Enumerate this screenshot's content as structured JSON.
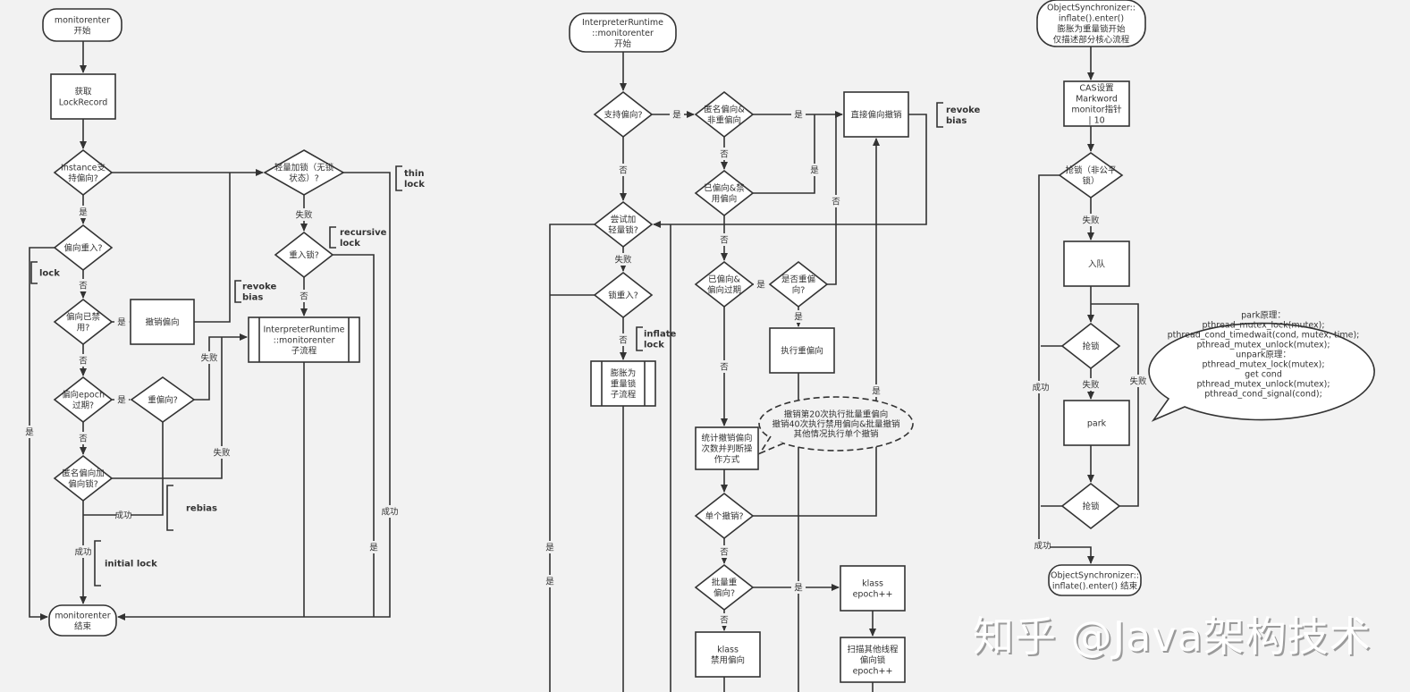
{
  "diagram": {
    "title": "synchronized monitorenter flowcharts",
    "flowcharts": [
      {
        "id": "monitorenter",
        "nodes": {
          "start": [
            "monitorenter",
            "开始"
          ],
          "get_lock_record": [
            "获取",
            "LockRecord"
          ],
          "instance_biasable": [
            "Instance支",
            "持偏向?"
          ],
          "bias_reentrant": [
            "偏向重入?"
          ],
          "bias_disabled": [
            "偏向已禁",
            "用?"
          ],
          "revoke_bias": [
            "撤销偏向"
          ],
          "epoch_expired": [
            "偏向epoch",
            "过期?"
          ],
          "rebias_q": [
            "重偏向?"
          ],
          "anon_bias": [
            "匿名偏向加",
            "偏向锁?"
          ],
          "thin_lock_q": [
            "轻量加锁（无锁",
            "状态）?"
          ],
          "recursive_q": [
            "重入锁?"
          ],
          "sub_flow": [
            "InterpreterRuntime",
            "::monitorenter",
            "子流程"
          ],
          "end": [
            "monitorenter",
            "结束"
          ]
        },
        "edge_labels": {
          "yes_1": "是",
          "no_1": "否",
          "yes_2": "是",
          "no_2": "否",
          "yes_3": "是",
          "no_3": "否",
          "fail_1": "失败",
          "fail_2": "失败",
          "fail_3": "失败",
          "success_1": "成功",
          "success_2": "成功",
          "success_3": "成功",
          "no_4": "否",
          "yes_4": "是",
          "yes_left": "是"
        },
        "annotations": {
          "thin_lock": [
            "thin",
            "lock"
          ],
          "recursive_lock": [
            "recursive",
            "lock"
          ],
          "lock": [
            "lock"
          ],
          "revoke_bias": [
            "revoke",
            "bias"
          ],
          "rebias": [
            "rebias"
          ],
          "initial_lock": [
            "initial lock"
          ]
        }
      },
      {
        "id": "interpreter_runtime",
        "nodes": {
          "start": [
            "InterpreterRuntime",
            "::monitorenter",
            "开始"
          ],
          "support_bias": [
            "支持偏向?"
          ],
          "anon_nonrebias": [
            "匿名偏向&",
            "非重偏向"
          ],
          "biased_disabled": [
            "已偏向&禁",
            "用偏向"
          ],
          "direct_revoke": [
            "直接偏向撤销"
          ],
          "try_thin": [
            "尝试加",
            "轻量锁?"
          ],
          "lock_reentrant": [
            "锁重入?"
          ],
          "inflate_sub": [
            "膨胀为",
            "重量锁",
            "子流程"
          ],
          "biased_expired": [
            "已偏向&",
            "偏向过期"
          ],
          "rebias_q": [
            "是否重偏",
            "向?"
          ],
          "do_rebias": [
            "执行重偏向"
          ],
          "count_revoke": [
            "统计撤销偏向",
            "次数并判断操",
            "作方式"
          ],
          "single_revoke": [
            "单个撤销?"
          ],
          "bulk_rebias": [
            "批量重",
            "偏向?"
          ],
          "klass_disable": [
            "klass",
            "禁用偏向"
          ],
          "klass_epoch": [
            "klass",
            "epoch++"
          ],
          "scan_threads": [
            "扫描其他线程",
            "偏向锁",
            "epoch++"
          ]
        },
        "callout": [
          "撤销第20次执行批量重偏向",
          "撤销40次执行禁用偏向&批量撤销",
          "其他情况执行单个撤销"
        ],
        "edge_labels": {
          "yes_a": "是",
          "yes_b": "是",
          "no_a": "否",
          "yes_c": "是",
          "no_b": "否",
          "no_c": "否",
          "fail_a": "失败",
          "no_d": "否",
          "yes_d": "是",
          "yes_e": "是",
          "no_e": "否",
          "yes_f": "是",
          "no_f": "否",
          "yes_g": "是",
          "no_g": "否",
          "yes_left1": "是",
          "yes_left2": "是"
        },
        "annotations": {
          "revoke_bias": [
            "revoke",
            "bias"
          ],
          "inflate_lock": [
            "inflate",
            "lock"
          ]
        }
      },
      {
        "id": "object_synchronizer",
        "nodes": {
          "start": [
            "ObjectSynchronizer::",
            "inflate().enter()",
            "膨胀为重量锁开始",
            "仅描述部分核心流程"
          ],
          "cas_markword": [
            "CAS设置",
            "Markword",
            "monitor指针",
            "| 10"
          ],
          "grab_nonfair": [
            "抢锁（非公平",
            "锁）"
          ],
          "enqueue": [
            "入队"
          ],
          "grab_1": [
            "抢锁"
          ],
          "park": [
            "park"
          ],
          "grab_2": [
            "抢锁"
          ],
          "end": [
            "ObjectSynchronizer::",
            "inflate().enter() 结束"
          ]
        },
        "callout": [
          "park原理：",
          "pthread_mutex_lock(mutex);",
          "pthread_cond_timedwait(cond, mutex, time);",
          "pthread_mutex_unlock(mutex);",
          "unpark原理：",
          "pthread_mutex_lock(mutex);",
          "get cond",
          "pthread_mutex_unlock(mutex);",
          "pthread_cond_signal(cond);"
        ],
        "edge_labels": {
          "fail_x": "失败",
          "fail_y": "失败",
          "fail_z": "失败",
          "success_x": "成功",
          "success_y": "成功"
        }
      }
    ],
    "watermark": "知乎 @Java架构技术"
  },
  "colors": {
    "background": "#f2f2f2",
    "stroke": "#333333",
    "node_fill": "#ffffff"
  }
}
